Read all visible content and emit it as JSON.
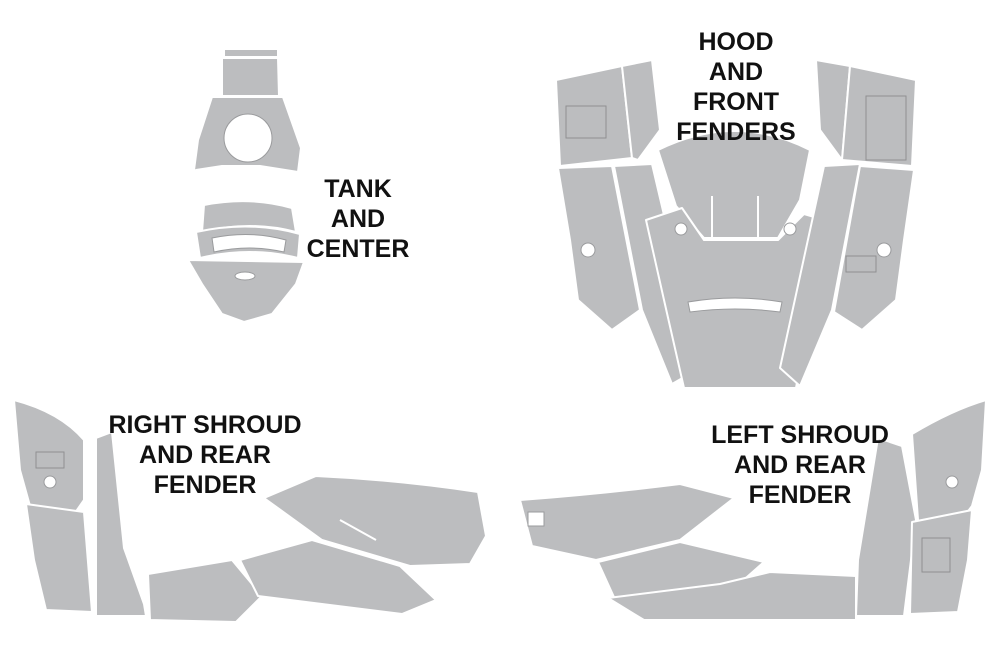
{
  "labels": {
    "tank": [
      "TANK",
      "AND",
      "CENTER"
    ],
    "hood": [
      "HOOD",
      "AND",
      "FRONT",
      "FENDERS"
    ],
    "right": [
      "RIGHT SHROUD",
      "AND REAR",
      "FENDER"
    ],
    "left": [
      "LEFT SHROUD",
      "AND REAR",
      "FENDER"
    ]
  },
  "colors": {
    "part_fill": "#bcbdbf",
    "seam": "#ffffff",
    "text": "#111111"
  }
}
